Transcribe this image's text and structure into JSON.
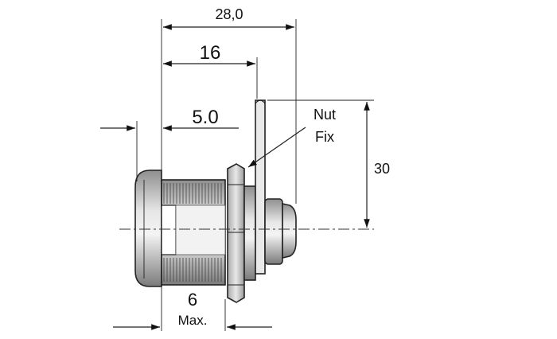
{
  "drawing": {
    "dimensions": {
      "total_length": "28,0",
      "body_length": "16",
      "head_offset": "5.0",
      "height": "30",
      "max_panel": "6",
      "max_label": "Max."
    },
    "callout": {
      "line1": "Nut",
      "line2": "Fix"
    }
  }
}
